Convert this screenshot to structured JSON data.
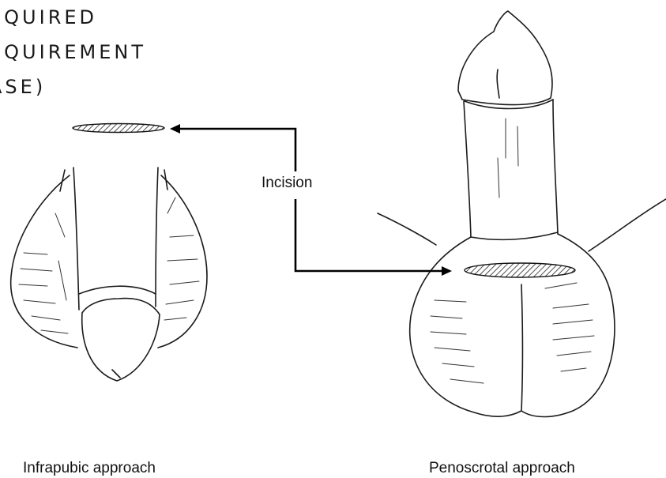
{
  "cut_off_text": [
    "EQUIRED",
    "EQUIREMENT",
    "ASE)"
  ],
  "figure": {
    "callout": "Incision",
    "left_caption": "Infrapubic approach",
    "right_caption": "Penoscrotal approach"
  }
}
